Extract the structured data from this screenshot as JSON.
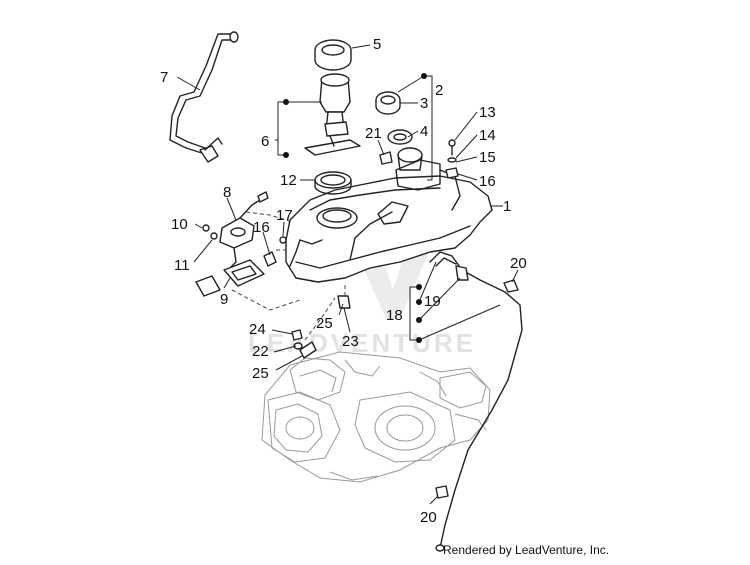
{
  "watermark": "LEADVENTURE",
  "credit": "Rendered by LeadVenture, Inc.",
  "callouts": [
    "1",
    "2",
    "3",
    "4",
    "5",
    "6",
    "7",
    "8",
    "9",
    "10",
    "11",
    "12",
    "13",
    "14",
    "15",
    "16",
    "16",
    "17",
    "18",
    "19",
    "20",
    "20",
    "21",
    "22",
    "23",
    "24",
    "25",
    "25"
  ]
}
